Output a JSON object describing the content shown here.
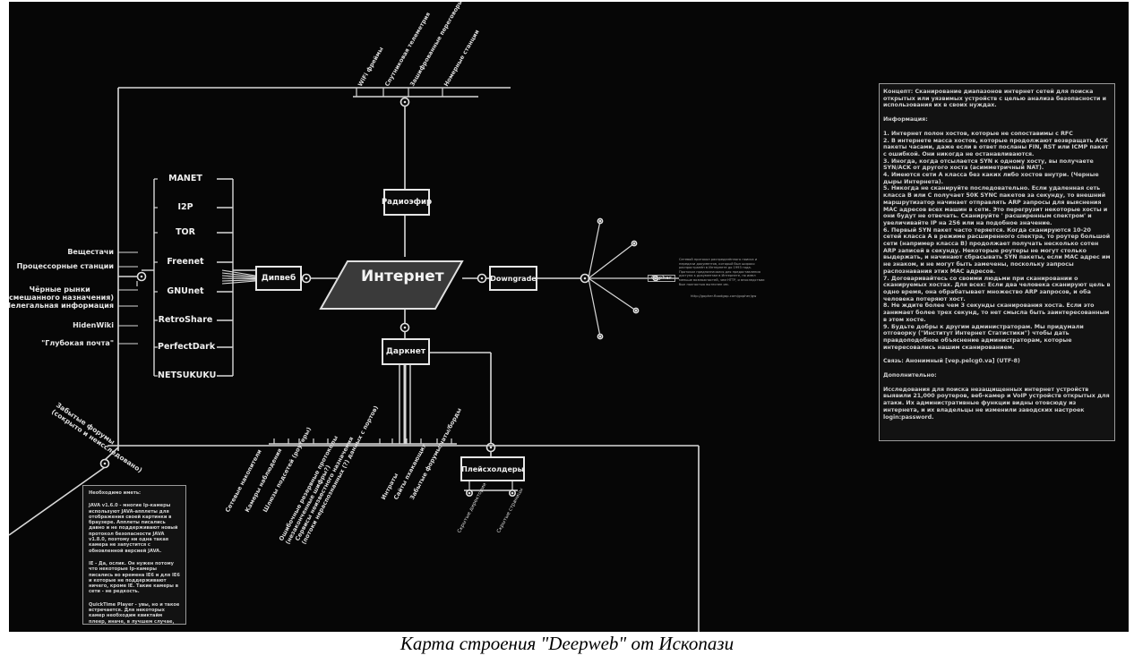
{
  "center": {
    "label": "Интернет"
  },
  "nodes": {
    "radio": "Радиоэфир",
    "deepweb": "Дипвеб",
    "darknet": "Даркнет",
    "downgrade": "Downgrade",
    "placeholders": "Плейсхолдеры"
  },
  "networks": [
    "MANET",
    "I2P",
    "TOR",
    "Freenet",
    "GNUnet",
    "RetroShare",
    "PerfectDark",
    "NETSUKUKU"
  ],
  "deepweb_contents": [
    "Вещестачи",
    "Процессорные станции",
    "Чёрные рынки\n(смешанного назначения)",
    "Нелегальная информация",
    "HidenWiki",
    "\"Глубокая почта\""
  ],
  "radio_items": [
    "WiFi фреймы",
    "Спутниковая телеметрия",
    "Зашифрованные переговоры",
    "Номерные станции"
  ],
  "darknet_items": [
    "Сетевые накопители",
    "Камеры наблюдения",
    "Шлюзы подсетей (роутеры)",
    "Ошибочные резервные протоколы\n(незаконченные шифры?)",
    "Сервисы неизвестного назначения\n(потоки нераспознанных (?) данных с портов)",
    "Интраты",
    "Сайты пхакающих",
    "Забытые форумы/чаты/борды"
  ],
  "placeholder_items": [
    "Скрытые директории",
    "Скрытые страницы"
  ],
  "forums_label": "Забытые форумы\n(сокрыто и неисследовано)",
  "gopher_label": "Gopher",
  "gopher_text": "Сетевой протокол распределённого поиска и передачи документов, который был широко распространён в Интернете до 1993 года. Протокол предназначался для предоставления доступа к документам в Интернете, но имел меньше возможностей, чем HTTP, и впоследствии был полностью вытеснен им.",
  "gopher_url": "http://gopher.floodgap.com/gopher/gw",
  "left_panel": {
    "title": "Необходимо иметь:",
    "paragraphs": [
      "JAVA v1.6.0 - многие Ip-камеры используют JAVA-апплеты для отображения своей картинки в браузере. Апплеты писались давно и не поддерживают новый протокол безопасности JAVA v1.8.0, поэтому ни одна такая камера не запустится с обновленной версией JAVA.",
      "IE - Да, ослик. Он нужен потому что некоторые Ip-камеры писались во времена IE6 и для IE6 и которые не поддерживают ничего, кроме IE. Такие камеры в сети - не редкость.",
      "QuickTime Player - увы, но и такое встречается. Для некоторых камер необходим квиктайм плеер, иначе, в лучшем случае, нам позволят сохранить лишь скриншотами камеры. К счастью, таких камер мало."
    ]
  },
  "right_panel": [
    "Концепт: Сканирование диапазонов интернет сетей для поиска открытых или уязвимых устройств с целью анализа безопасности и использования их в своих нуждах.",
    "Информация:",
    "1. Интернет полон хостов, которые не сопоставимы с RFC",
    "2. В интернете масса хостов, которые продолжают возвращать ACK пакеты часами, даже если в ответ посланы FIN, RST или ICMP пакет с ошибкой. Они никогда не останавливаются.",
    "3. Иногда, когда отсылается SYN к одному хосту, вы получаете SYN/ACK от другого хоста (асимметричный NAT).",
    "4. Имеются сети А класса без каких либо хостов внутри. (Черные дыры Интернета).",
    "5. Никогда не сканируйте последовательно. Если удаленная сеть класса B или C получает 50K SYNC пакетов за секунду, то внешний маршрутизатор начинает отправлять ARP запросы для выяснения MAC адресов всех машин в сети. Это перегрузит некоторые хосты и они будут не отвечать. Сканируйте ' расширенным спектром' и увеличивайте IP на 256 или на подобное значение.",
    "6. Первый SYN пакет часто теряется. Когда сканируются 10-20 сетей класса А в режиме расширенного спектра, то роутер большой сети (например класса B) продолжает получать несколько сотен ARP записей в секунду. Некоторые роутеры не могут столько выдержать, и начинают сбрасывать SYN пакеты, если MAC адрес им не знаком, и не могут быть замечены, поскольку запросы распознавания этих MAC адресов.",
    "7. Договаривайтесь со своими людьми при сканировании о сканируемых хостах. Для всех: Если два человека сканируют цель в одно время, она обрабатывает множество ARP запросов, и оба человека потеряют хост.",
    "8. Не ждите более чем 3 секунды сканирования хоста. Если это занимает более трех секунд, то нет смысла быть заинтересованным в этом хосте.",
    "9. Будьте добры к другим администраторам. Мы придумали отговорку (\"Институт Интернет Статистики\") чтобы дать правдоподобное объяснение администраторам, которые интересовались нашим сканированием.",
    "Связь: Анонимный [vep.pelcg0.va] (UTF-8)",
    "Дополнительно:",
    "Исследования для поиска незащищенных интернет устройств выявили 21,000 роутеров, веб-камер и VoIP устройств открытых для атаки. Их административные функции видны отовсюду из интернета, и их владельцы не изменили заводских настроек login:password."
  ],
  "caption": "Карта строения \"Deepweb\" от Ископази"
}
